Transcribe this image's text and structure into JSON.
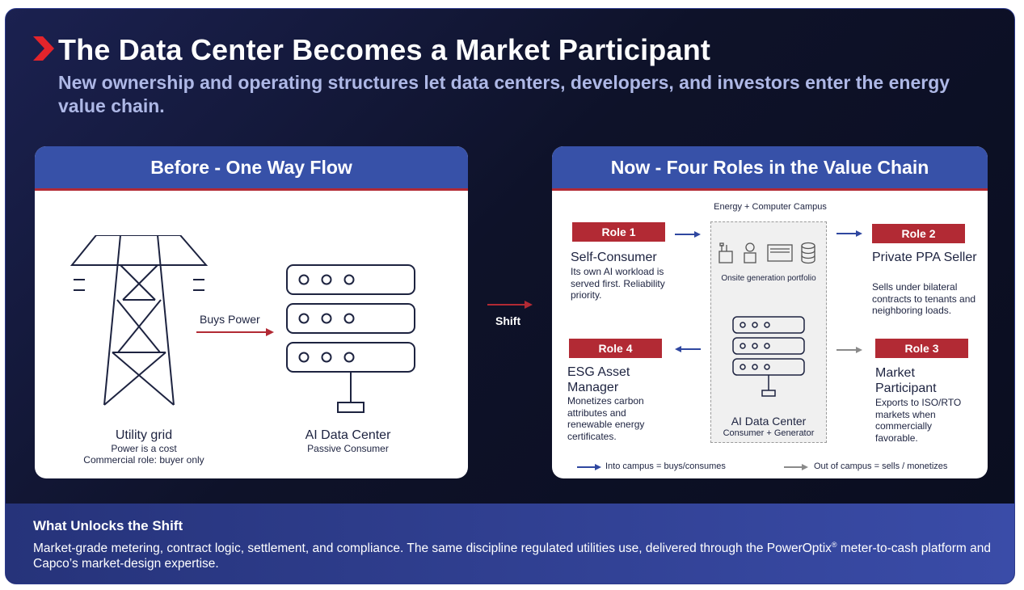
{
  "header": {
    "title": "The Data Center Becomes a Market Participant",
    "subtitle": "New ownership and operating structures let data centers, developers, and investors enter the energy value chain."
  },
  "colors": {
    "accent_red": "#b22a34",
    "header_blue": "#3751a8",
    "arrow_blue": "#2f47a0",
    "arrow_gray": "#8a8a8a",
    "bg_dark": "#0e1229"
  },
  "before_panel": {
    "title": "Before - One Way Flow",
    "flow_label": "Buys Power",
    "grid_label": "Utility grid",
    "grid_note1": "Power is a cost",
    "grid_note2": "Commercial role: buyer only",
    "dc_label": "AI Data Center",
    "dc_note": "Passive Consumer",
    "icons": [
      "transmission-tower-icon",
      "server-rack-icon"
    ]
  },
  "shift": {
    "label": "Shift"
  },
  "now_panel": {
    "title": "Now - Four Roles in the Value Chain",
    "campus_label": "Energy + Computer Campus",
    "generation_label": "Onsite generation portfolio",
    "dc_label": "AI Data Center",
    "dc_note": "Consumer + Generator",
    "roles": [
      {
        "tag": "Role 1",
        "name": "Self-Consumer",
        "desc": "Its own AI workload is served first. Reliability priority."
      },
      {
        "tag": "Role 2",
        "name": "Private PPA Seller",
        "desc": "Sells under bilateral contracts to tenants and neighboring loads."
      },
      {
        "tag": "Role 3",
        "name": "Market Participant",
        "desc": "Exports to ISO/RTO markets when commercially favorable."
      },
      {
        "tag": "Role 4",
        "name": "ESG Asset Manager",
        "desc": "Monetizes carbon attributes and renewable energy certificates."
      }
    ],
    "legend": {
      "into": "Into campus = buys/consumes",
      "out": "Out of campus = sells / monetizes"
    },
    "icons": [
      "solar-panel-icon",
      "battery-icon",
      "turbine-icon",
      "storage-cylinder-icon"
    ]
  },
  "footer": {
    "title": "What Unlocks the Shift",
    "text_before": "Market-grade metering, contract logic, settlement, and compliance. The same discipline regulated utilities use, delivered through the PowerOptix",
    "sup": "®",
    "text_after": " meter-to-cash platform and Capco’s market-design expertise."
  }
}
